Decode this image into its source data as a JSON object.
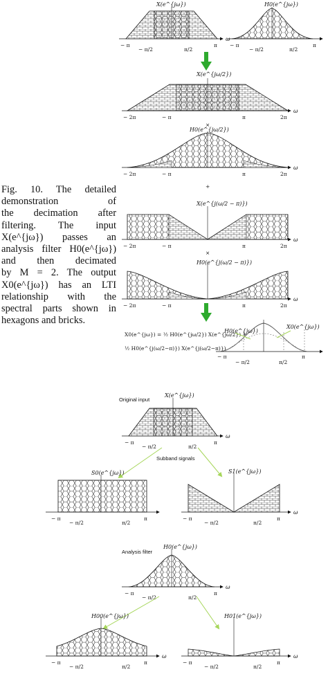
{
  "caption": {
    "lines": [
      "Fig. 10.  The detailed",
      "demonstration of",
      "the decimation after",
      "filtering. The input",
      "X(e^{jω}) passes an",
      "analysis filter H0(e^{jω})",
      "and then decimated",
      "by M = 2. The output",
      "X0(e^{jω}) has an LTI",
      "relationship with the",
      "spectral parts shown in",
      "hexagons and bricks."
    ]
  },
  "top_figure": {
    "panel1_label": "X(e^{jω})",
    "panel2_label": "H0(e^{jω})",
    "panel3_label": "X(e^{jω/2})",
    "panel4_label": "H0(e^{jω/2})",
    "panel5_label": "X(e^{j(ω/2 − π)})",
    "panel6_label": "H0(e^{j(ω/2 − π)})",
    "times_symbol": "×",
    "plus_symbol": "+",
    "equation_line1": "X0(e^{jω}) = ½ H0(e^{jω/2}) X(e^{jω/2}) +",
    "equation_line2": "½ H0(e^{j(ω/2−π)}) X(e^{j(ω/2−π)})",
    "output_label_h": "H0(e^{jω})",
    "output_label_x": "X0(e^{jω})",
    "omega": "ω",
    "ticks": {
      "neg_pi": "− π",
      "pi": "π",
      "neg_half_pi": "− π/2",
      "half_pi": "π/2",
      "neg_two_pi": "− 2π",
      "two_pi": "2π"
    }
  },
  "bottom_figure": {
    "original_input_title": "Original input",
    "subband_title": "Subband signals",
    "analysis_title": "Analysis filter",
    "x_label": "X(e^{jω})",
    "s0_label": "S0(e^{jω})",
    "s1_label": "S1(e^{jω})",
    "h0_label": "H0(e^{jω})",
    "h00_label": "H00(e^{jω})",
    "h01_label": "H01(e^{jω})"
  },
  "colors": {
    "arrow_green": "#2eaa2e",
    "pointer_green": "#a6d65a",
    "ink": "#222222"
  }
}
